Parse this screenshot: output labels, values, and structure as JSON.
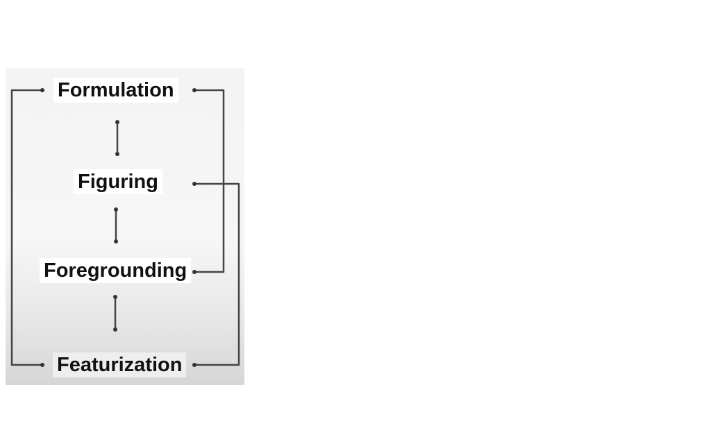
{
  "diagram": {
    "nodes": [
      {
        "id": "formulation",
        "label": "Formulation"
      },
      {
        "id": "figuring",
        "label": "Figuring"
      },
      {
        "id": "foregrounding",
        "label": "Foregrounding"
      },
      {
        "id": "featurization",
        "label": "Featurization"
      }
    ],
    "colors": {
      "text": "#111111",
      "connector": "#444444",
      "panel_top": "#f4f4f4",
      "panel_bottom": "#d6d6d6",
      "page": "#ffffff"
    }
  }
}
